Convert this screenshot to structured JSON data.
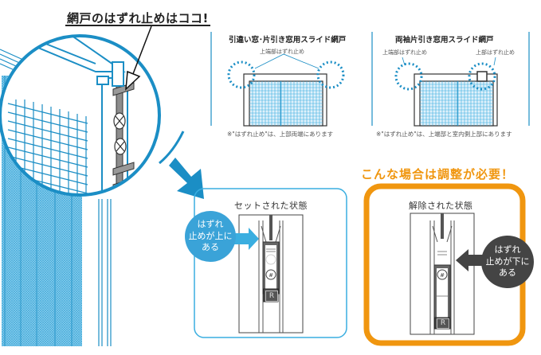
{
  "headline": "網戸のはずれ止めはココ!",
  "panels": [
    {
      "title": "引違い窓･片引き窓用スライド網戸",
      "labels": [
        "上端部はずれ止め"
      ],
      "note": "※\"はずれ止め\"は、上部両端にあります"
    },
    {
      "title": "両袖片引き窓用スライド網戸",
      "labels": [
        "上端部はずれ止め",
        "上部はずれ止め"
      ],
      "note": "※\"はずれ止め\"は、上端部と室内側上部にあります"
    }
  ],
  "warning": "こんな場合は調整が必要！",
  "states": [
    {
      "title": "セットされた状態",
      "bubble": [
        "はずれ",
        "止めが上に",
        "ある"
      ],
      "badge": "R"
    },
    {
      "title": "解除された状態",
      "bubble": [
        "はずれ",
        "止めが下に",
        "ある"
      ],
      "badge": "R"
    }
  ],
  "colors": {
    "blue": "#1b8ec5",
    "light_blue": "#3aaee0",
    "orange": "#f0960f",
    "dark": "#444444",
    "mesh": "#6fc1e6"
  },
  "icons": [
    "arrow-down-right-icon",
    "arrow-right-icon",
    "arrow-left-icon",
    "screw-icon",
    "pointer-arrow-icon"
  ]
}
